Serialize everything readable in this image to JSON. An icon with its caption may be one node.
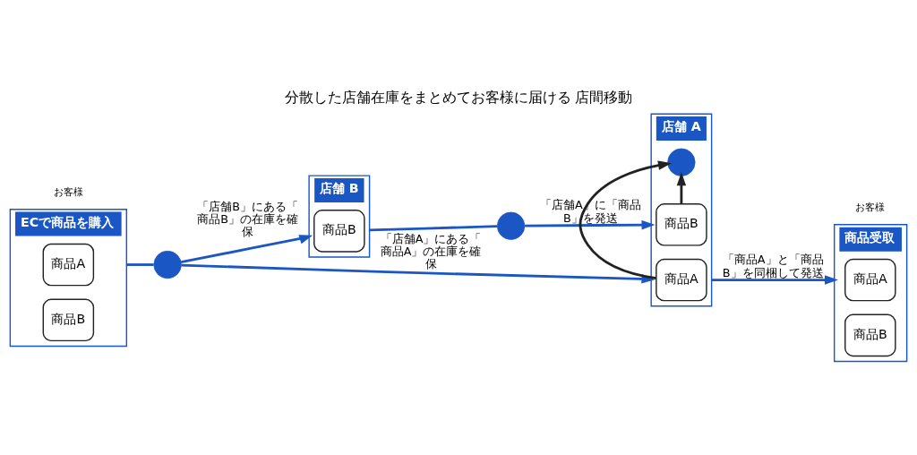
{
  "diagram": {
    "title": "分散した店舗在庫をまとめてお客様に届ける 店間移動",
    "nodes": [
      {
        "text": [
          "ECで商品を購入"
        ]
      },
      {
        "text": [
          "商品A"
        ],
        "in": 0
      },
      {
        "text": [
          "商品B"
        ],
        "in": 0
      },
      {
        "text": [],
        "shape": "circle"
      },
      {
        "text": [
          "店舗 B"
        ]
      },
      {
        "text": [
          "商品B"
        ],
        "in": 4
      },
      {
        "text": [],
        "shape": "circle"
      },
      {
        "text": [
          "店舗 A"
        ]
      },
      {
        "text": [
          "商品A"
        ],
        "in": 7
      },
      {
        "text": [],
        "shape": "circle",
        "in": 7
      },
      {
        "text": [
          "商品B"
        ],
        "in": 7
      },
      {
        "text": [
          "商品受取"
        ]
      },
      {
        "text": [
          "商品A"
        ],
        "in": 11
      },
      {
        "text": [
          "商品B"
        ],
        "in": 11
      }
    ],
    "edges": [
      {
        "from": 0,
        "to": 3,
        "arrow": "none"
      },
      {
        "from": 3,
        "to": 7,
        "arrow": "to",
        "label": "「店舗A」にある「商品A」の在庫を確保"
      },
      {
        "from": 3,
        "to": 4,
        "arrow": "to",
        "label": "「店舗B」にある「商品B」の在庫を確保"
      },
      {
        "from": 4,
        "to": 6,
        "arrow": "none"
      },
      {
        "from": 6,
        "to": 7,
        "arrow": "to",
        "label": "「店舗A」に「商品B」を発送"
      },
      {
        "from": 8,
        "to": 9,
        "arrow": "to",
        "color": "#222222"
      },
      {
        "from": 10,
        "to": 9,
        "arrow": "to",
        "color": "#222222"
      },
      {
        "from": 7,
        "to": 11,
        "arrow": "to",
        "label": "「商品A」と「商品B」を同梱して発送"
      }
    ],
    "labels": [
      "お客様",
      "お客様"
    ]
  }
}
